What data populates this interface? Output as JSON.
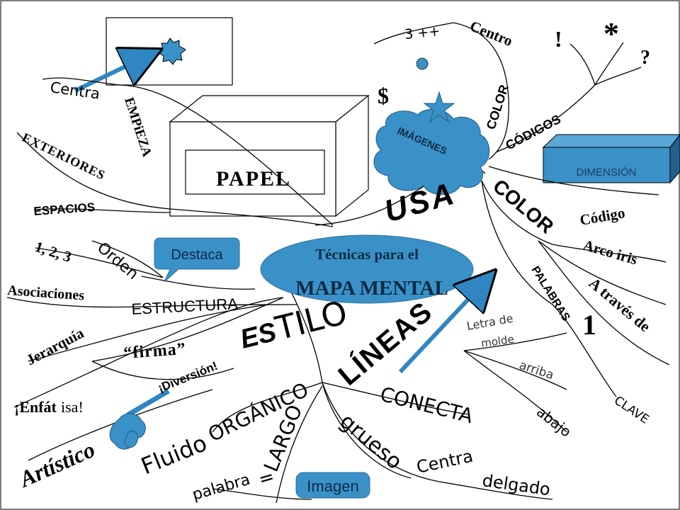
{
  "colors": {
    "accent": "#3a91c8",
    "accent_dark": "#23608c",
    "ink": "#000000"
  },
  "center": {
    "line1": "Técnicas para el",
    "line2": "MAPA MENTAL"
  },
  "callout": {
    "label": "Destaca"
  },
  "papel": {
    "label": "PAPEL"
  },
  "dimension": {
    "label": "DIMENSIÓN"
  },
  "cloud": {
    "label": "IMÁGENES"
  },
  "image_badge": {
    "label": "Imagen"
  },
  "labels": {
    "centra_top": "Centra",
    "empieza": "EMPiEZA",
    "exteriores": "EXTERIORES",
    "espacios": "ESPACIOS",
    "num_3": "3 ++",
    "centro": "Centro",
    "color_small": "COLOR",
    "codigos": "CÓDIGOS",
    "exclaim": "!",
    "asterisk": "*",
    "question": "?",
    "dollar": "$",
    "usa": "USA",
    "color_big": "COLOR",
    "codigo": "Código",
    "arco_iris": "Arco iris",
    "a_traves": "A través de",
    "palabras": "PALABRAS",
    "one": "1",
    "letra_de": "Letra de",
    "molde": "molde",
    "arriba": "arriba",
    "abajo": "abajo",
    "clave": "CLAVE",
    "lineas": "LÍNEAS",
    "conecta": "CONECTA",
    "grueso": "grueso",
    "centra_bottom": "Centra",
    "delgado": "delgado",
    "largo": "LARGO",
    "organico": "ORGÁNICO",
    "fluido": "Fluido",
    "palabra": "palabra",
    "equals": "=",
    "estilo_es": "ES",
    "estilo_tilo": "TILO",
    "firma": "“firma”",
    "diversion": "¡Diversión!",
    "enfatisa_a": "¡Enfát",
    "enfatisa_b": "isa!",
    "artistico": "Artístico",
    "jerarquia": "Jerarquía",
    "estructura": "ESTRUCTURA",
    "asociaciones": "Asociaciones",
    "orden": "Orden",
    "uno_dos_tres": "1, 2, 3"
  }
}
